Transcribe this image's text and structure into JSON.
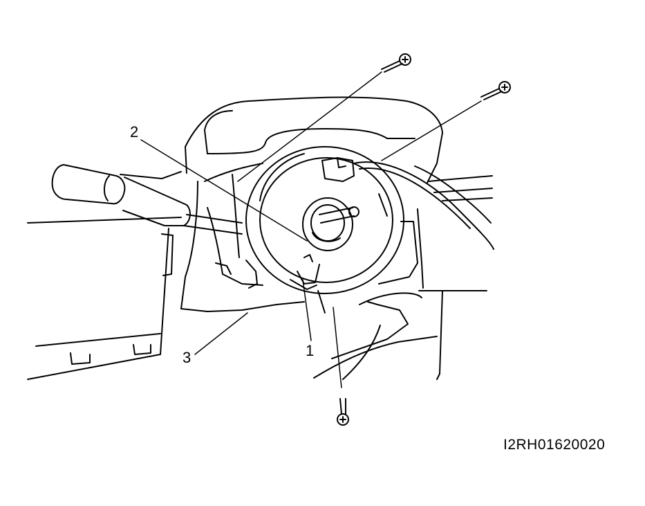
{
  "diagram": {
    "callouts": [
      {
        "id": "1",
        "label": "1"
      },
      {
        "id": "2",
        "label": "2"
      },
      {
        "id": "3",
        "label": "3"
      }
    ],
    "figure_code": "I2RH01620020",
    "line_color": "#000000",
    "background_color": "#ffffff"
  }
}
